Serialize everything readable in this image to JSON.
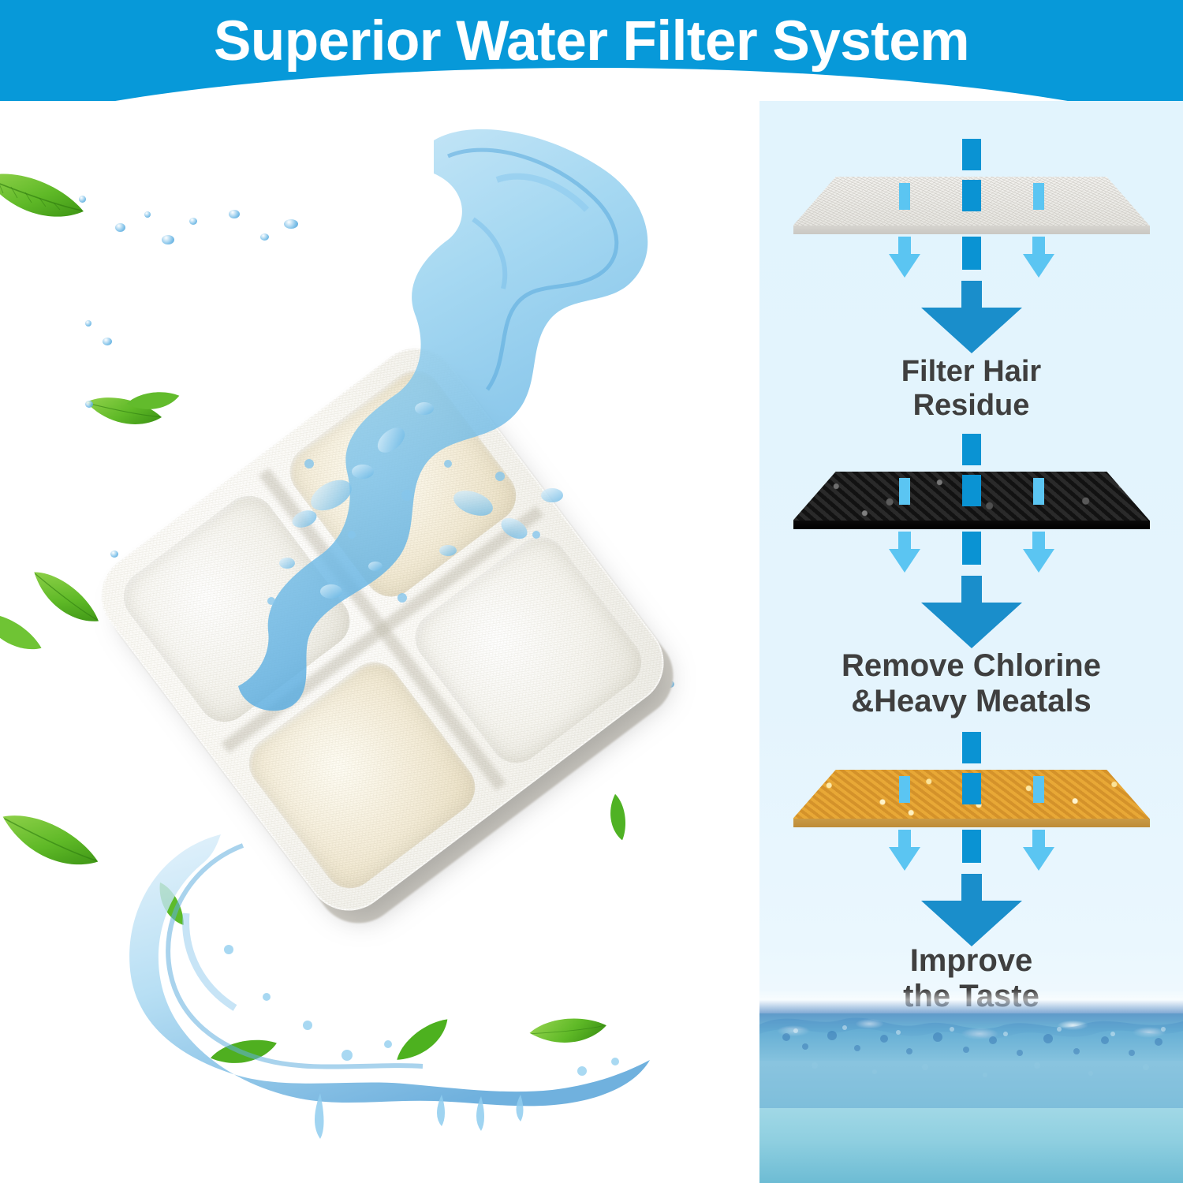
{
  "banner": {
    "title": "Superior Water Filter System",
    "bg_color": "#0799d9",
    "text_color": "#ffffff"
  },
  "left_panel": {
    "product_name": "quad-section water filter cartridge pad",
    "decor": {
      "leaves_label": "green-leaf",
      "splash_label": "water-splash",
      "droplets_label": "water-droplet"
    }
  },
  "right_panel": {
    "background_color": "#e2f4fd",
    "accent_dark_blue": "#1a8ecb",
    "accent_light_blue": "#5bc5f2",
    "dash_color": "#0a93d3",
    "caption_color": "#3f3f3f",
    "layers": [
      {
        "id": "nonwoven",
        "name": "non-woven-filter-layer",
        "color": "#e7e6e1",
        "edge_color": "#c9c7c2"
      },
      {
        "id": "carbon",
        "name": "activated-carbon-layer",
        "color": "#101010",
        "edge_color": "#000000"
      },
      {
        "id": "resin",
        "name": "ion-exchange-resin-layer",
        "color": "#dfa235",
        "edge_color": "#bd8c38"
      }
    ],
    "captions": [
      {
        "line1": "Filter Hair",
        "line2": "Residue",
        "size": 38
      },
      {
        "line1": "Remove Chlorine",
        "line2": "&Heavy Meatals",
        "size": 40
      },
      {
        "line1": "Improve",
        "line2": "the  Taste",
        "size": 40
      }
    ],
    "water_tank": {
      "name": "filtered-water",
      "surface_color": "#2d6eb4",
      "body_color": "#8fcfe0"
    }
  }
}
